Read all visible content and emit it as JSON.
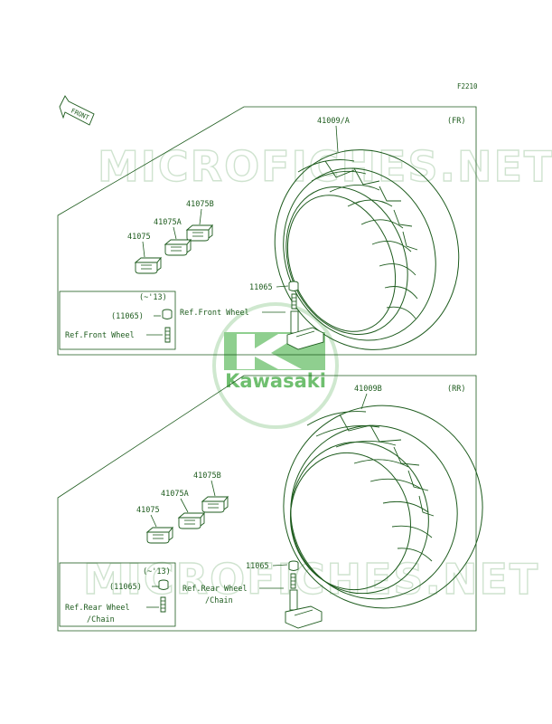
{
  "figure_code": "F2210",
  "front_badge": "FRONT",
  "watermark": "MICROFICHES.NET",
  "logo": {
    "text": "Kawasaki"
  },
  "front_panel": {
    "tire_part": "41009/A",
    "position": "(FR)",
    "weight_parts": [
      "41075B",
      "41075A",
      "41075"
    ],
    "valve_cap": "11065",
    "ref_wheel": "Ref.Front Wheel",
    "inset": {
      "note": "(~'13)",
      "cap": "(11065)",
      "ref": "Ref.Front Wheel"
    }
  },
  "rear_panel": {
    "tire_part": "41009B",
    "position": "(RR)",
    "weight_parts": [
      "41075B",
      "41075A",
      "41075"
    ],
    "valve_cap": "11065",
    "ref_wheel_line1": "Ref.Rear Wheel",
    "ref_wheel_line2": "/Chain",
    "inset": {
      "note": "(~'13)",
      "cap": "(11065)",
      "ref_line1": "Ref.Rear Wheel",
      "ref_line2": "/Chain"
    }
  }
}
